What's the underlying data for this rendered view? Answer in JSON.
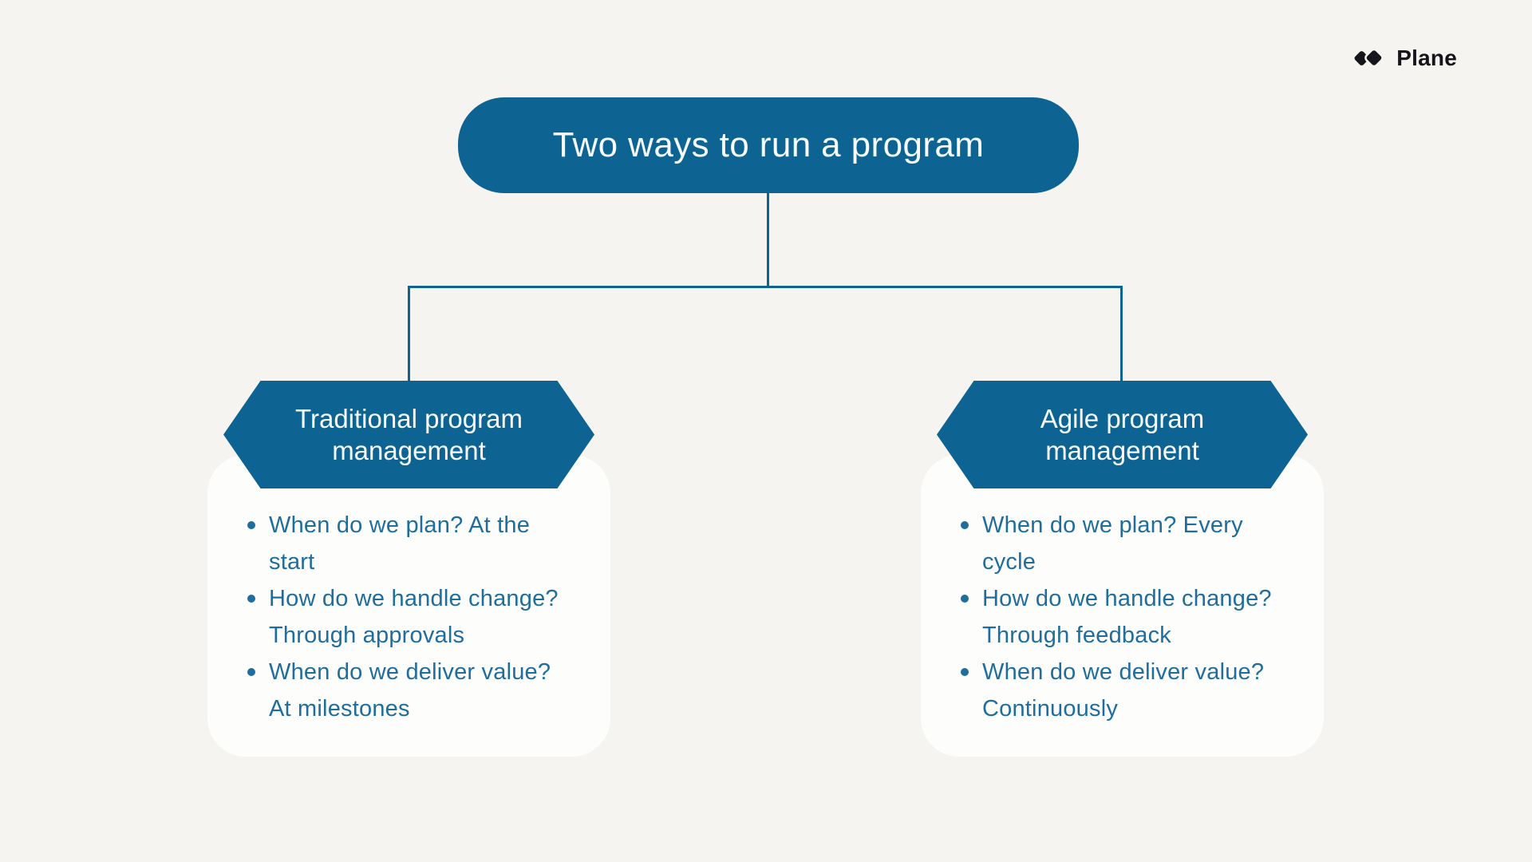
{
  "logo": {
    "brand": "Plane",
    "icon": "plane-logo-icon"
  },
  "diagram": {
    "root": {
      "label": "Two ways to run a program"
    },
    "branches": [
      {
        "label": "Traditional program management",
        "items": [
          "When do we plan? At the\nstart",
          "How do we handle change?\nThrough approvals",
          "When do we deliver value?\nAt milestones"
        ]
      },
      {
        "label": "Agile program management",
        "items": [
          "When do we plan? Every\ncycle",
          "How do we handle change?\nThrough feedback",
          "When do we deliver value?\nContinuously"
        ]
      }
    ]
  },
  "colors": {
    "accent_blue": "#0d6392",
    "node_text": "#f7fbfd",
    "list_text": "#1f6d9c",
    "background": "#f5f4f1",
    "card": "#fdfdfc",
    "logo_text": "#15141a"
  }
}
